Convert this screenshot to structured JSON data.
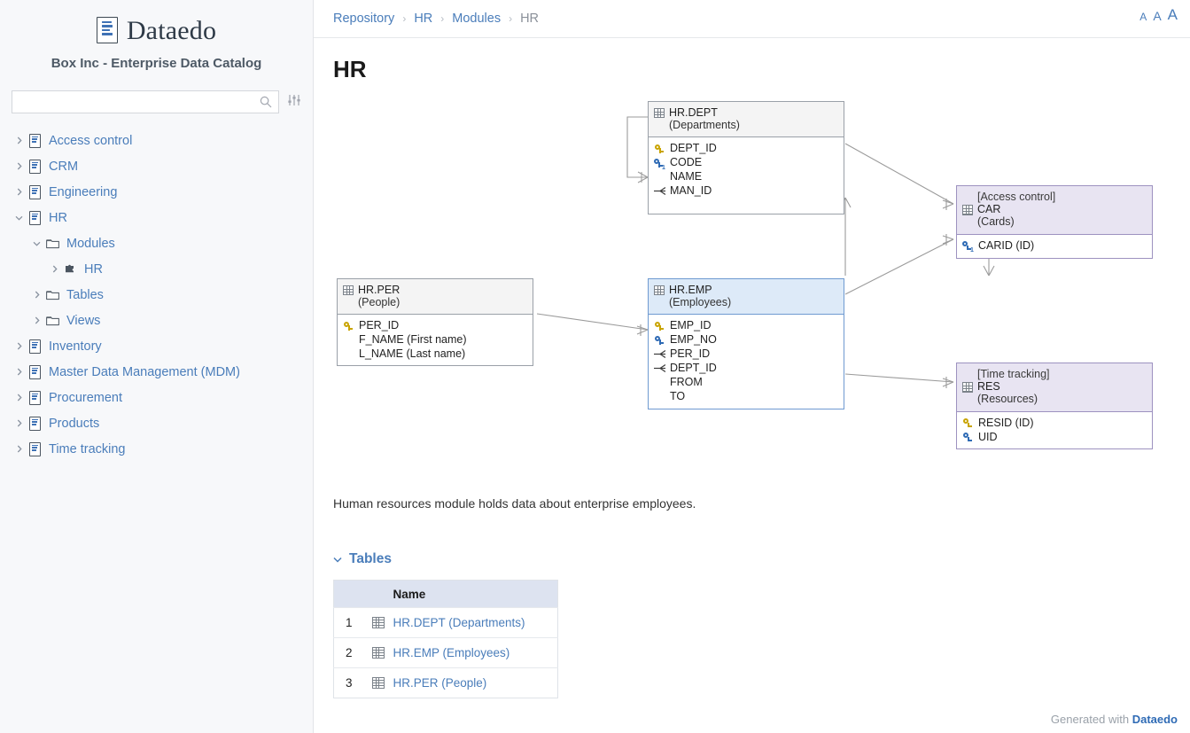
{
  "sidebar": {
    "brand": "Dataedo",
    "catalog_title": "Box Inc - Enterprise Data Catalog",
    "search": {
      "value": "",
      "placeholder": ""
    },
    "icons": {
      "search": "search-icon",
      "filter": "filter-sliders-icon"
    },
    "tree": [
      {
        "label": "Access control",
        "icon": "database-doc-icon",
        "indent": 0,
        "expanded": false
      },
      {
        "label": "CRM",
        "icon": "database-doc-icon",
        "indent": 0,
        "expanded": false
      },
      {
        "label": "Engineering",
        "icon": "database-doc-icon",
        "indent": 0,
        "expanded": false
      },
      {
        "label": "HR",
        "icon": "database-doc-icon",
        "indent": 0,
        "expanded": true
      },
      {
        "label": "Modules",
        "icon": "folder-icon",
        "indent": 1,
        "expanded": true
      },
      {
        "label": "HR",
        "icon": "module-puzzle-icon",
        "indent": 2,
        "expanded": false
      },
      {
        "label": "Tables",
        "icon": "folder-icon",
        "indent": 1,
        "expanded": false
      },
      {
        "label": "Views",
        "icon": "folder-icon",
        "indent": 1,
        "expanded": false
      },
      {
        "label": "Inventory",
        "icon": "database-doc-icon",
        "indent": 0,
        "expanded": false
      },
      {
        "label": "Master Data Management (MDM)",
        "icon": "database-doc-icon",
        "indent": 0,
        "expanded": false
      },
      {
        "label": "Procurement",
        "icon": "database-doc-icon",
        "indent": 0,
        "expanded": false
      },
      {
        "label": "Products",
        "icon": "database-doc-icon",
        "indent": 0,
        "expanded": false
      },
      {
        "label": "Time tracking",
        "icon": "database-doc-icon",
        "indent": 0,
        "expanded": false
      }
    ]
  },
  "header": {
    "breadcrumb": [
      "Repository",
      "HR",
      "Modules",
      "HR"
    ],
    "separator": "›",
    "font_size_controls": [
      "A",
      "A",
      "A"
    ]
  },
  "page": {
    "title": "HR",
    "description": "Human resources module holds data about enterprise employees."
  },
  "diagram": {
    "entities": [
      {
        "id": "dept",
        "name": "HR.DEPT",
        "title": "(Departments)",
        "module": "",
        "selected": false,
        "external": false,
        "columns": [
          {
            "name": "DEPT_ID",
            "marker": "pk"
          },
          {
            "name": "CODE",
            "marker": "uk"
          },
          {
            "name": "NAME",
            "marker": "none"
          },
          {
            "name": "MAN_ID",
            "marker": "fk"
          }
        ]
      },
      {
        "id": "emp",
        "name": "HR.EMP",
        "title": "(Employees)",
        "module": "",
        "selected": true,
        "external": false,
        "columns": [
          {
            "name": "EMP_ID",
            "marker": "pk"
          },
          {
            "name": "EMP_NO",
            "marker": "uk2"
          },
          {
            "name": "PER_ID",
            "marker": "fk"
          },
          {
            "name": "DEPT_ID",
            "marker": "fk"
          },
          {
            "name": "FROM",
            "marker": "none"
          },
          {
            "name": "TO",
            "marker": "none"
          }
        ]
      },
      {
        "id": "per",
        "name": "HR.PER",
        "title": "(People)",
        "module": "",
        "selected": false,
        "external": false,
        "columns": [
          {
            "name": "PER_ID",
            "marker": "pk"
          },
          {
            "name": "F_NAME (First name)",
            "marker": "none"
          },
          {
            "name": "L_NAME (Last name)",
            "marker": "none"
          }
        ]
      },
      {
        "id": "car",
        "name": "CAR",
        "title": "(Cards)",
        "module": "[Access control]",
        "selected": false,
        "external": true,
        "columns": [
          {
            "name": "CARID (ID)",
            "marker": "uk"
          }
        ]
      },
      {
        "id": "res",
        "name": "RES",
        "title": "(Resources)",
        "module": "[Time tracking]",
        "selected": false,
        "external": true,
        "columns": [
          {
            "name": "RESID (ID)",
            "marker": "pk"
          },
          {
            "name": "UID",
            "marker": "uk2"
          }
        ]
      }
    ]
  },
  "tables_section": {
    "heading": "Tables",
    "columns": [
      "",
      "",
      "Name"
    ],
    "name_header": "Name",
    "rows": [
      {
        "num": "1",
        "icon": "table-icon",
        "name": "HR.DEPT (Departments)"
      },
      {
        "num": "2",
        "icon": "table-icon",
        "name": "HR.EMP (Employees)"
      },
      {
        "num": "3",
        "icon": "table-icon",
        "name": "HR.PER (People)"
      }
    ]
  },
  "footer": {
    "text": "Generated with ",
    "brand": "Dataedo"
  },
  "colors": {
    "link": "#4a7dba",
    "brand": "#2f6bb5",
    "selected_header": "#ddeaf8",
    "external_header": "#e8e4f2",
    "table_header": "#dde3f0",
    "sidebar_bg": "#f7f8fa",
    "pk_key": "#c9a400",
    "uk_key": "#2f6bb5"
  }
}
